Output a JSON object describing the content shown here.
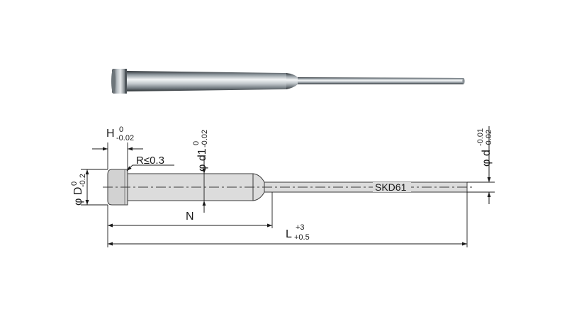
{
  "part": {
    "material": "SKD61"
  },
  "dimensions": {
    "H": {
      "symbol": "H",
      "upper_tol": "0",
      "lower_tol": "-0.02"
    },
    "R": {
      "text": "R≤0.3"
    },
    "D": {
      "symbol": "φ D",
      "upper_tol": "0",
      "lower_tol": "-0.2"
    },
    "d1": {
      "symbol": "φ d1",
      "upper_tol": "0",
      "lower_tol": "-0.02"
    },
    "d": {
      "symbol": "φ d",
      "upper_tol": "-0.01",
      "lower_tol": "-0.02"
    },
    "N": {
      "symbol": "N"
    },
    "L": {
      "symbol": "L",
      "upper_tol": "+3",
      "lower_tol": "+0.5"
    }
  },
  "colors": {
    "steel_light": "#eef0f1",
    "steel_mid": "#a9b0b5",
    "steel_dark": "#3d4347",
    "drawing_fill": "#dcdcdc",
    "ink": "#1a1a1a"
  }
}
